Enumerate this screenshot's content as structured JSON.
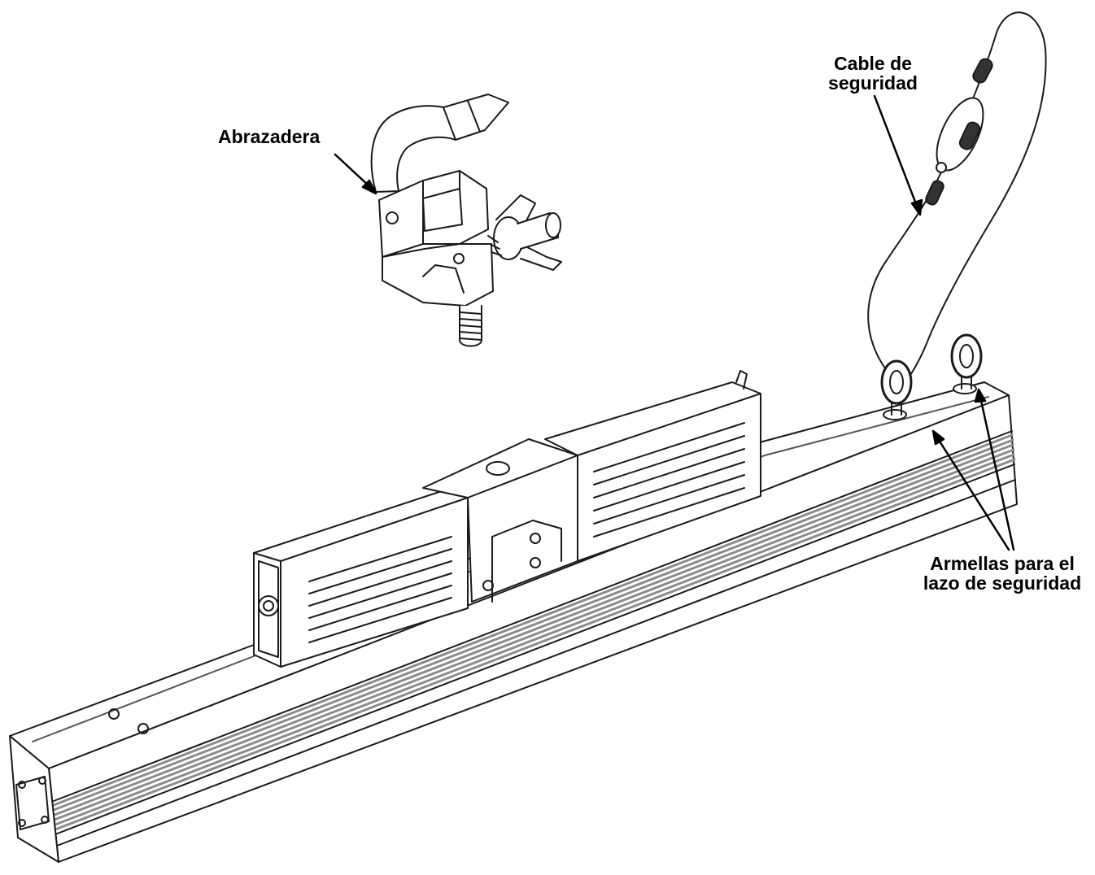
{
  "labels": {
    "clamp": "Abrazadera",
    "safety_cable_line1": "Cable de",
    "safety_cable_line2": "seguridad",
    "eyebolts_line1": "Armellas para el",
    "eyebolts_line2": "lazo de seguridad"
  },
  "colors": {
    "line": "#1a1a1a",
    "fill": "#ffffff",
    "shade": "#8c8c8c"
  }
}
